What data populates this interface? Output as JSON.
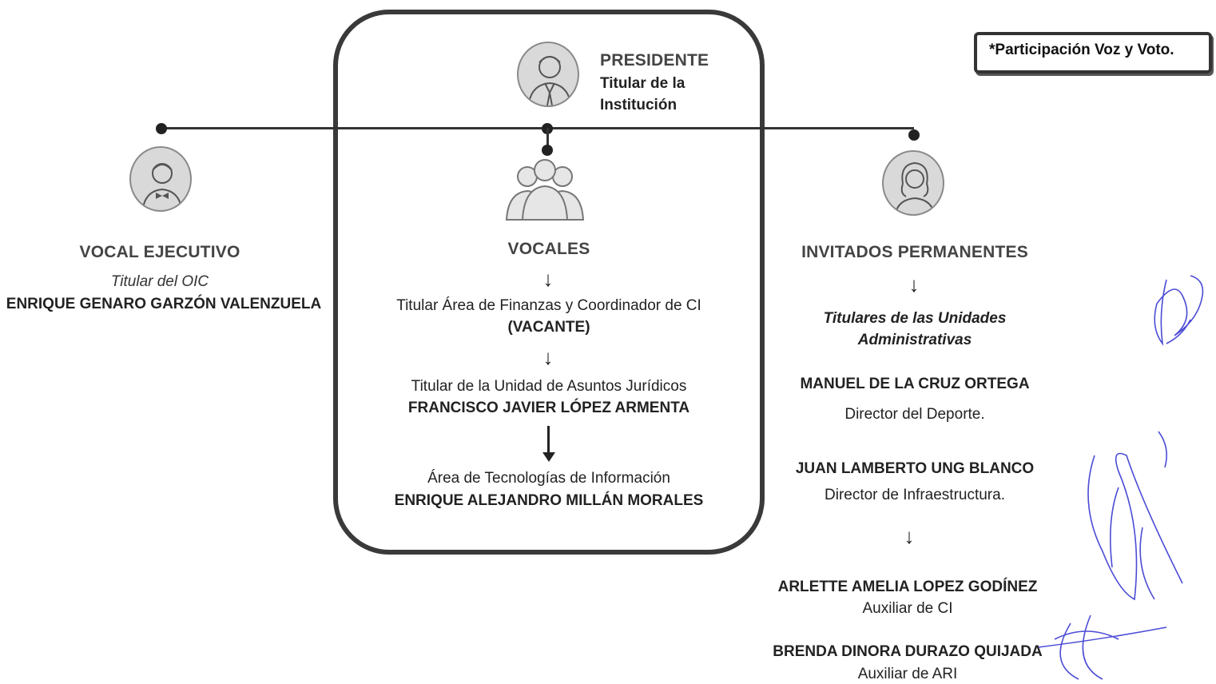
{
  "note": "*Participación  Voz y Voto.",
  "president": {
    "title": "PRESIDENTE",
    "subtitle_line1": "Titular de la",
    "subtitle_line2": "Institución"
  },
  "vocal_ejecutivo": {
    "title": "VOCAL EJECUTIVO",
    "role": "Titular del OIC",
    "name": "ENRIQUE GENARO GARZÓN VALENZUELA"
  },
  "vocales": {
    "title": "VOCALES",
    "items": [
      {
        "role": "Titular Área de Finanzas y Coordinador de CI",
        "name": "(VACANTE)"
      },
      {
        "role": "Titular de la Unidad de Asuntos Jurídicos",
        "name": "FRANCISCO JAVIER LÓPEZ ARMENTA"
      },
      {
        "role": "Área de Tecnologías de Información",
        "name": "ENRIQUE ALEJANDRO MILLÁN MORALES"
      }
    ]
  },
  "invitados": {
    "title": "INVITADOS PERMANENTES",
    "subtitle_line1": "Titulares de las Unidades",
    "subtitle_line2": "Administrativas",
    "members": [
      {
        "name": "MANUEL DE LA CRUZ ORTEGA",
        "role": "Director del Deporte."
      },
      {
        "name": "JUAN LAMBERTO UNG BLANCO",
        "role": "Director de Infraestructura."
      },
      {
        "name": "ARLETTE AMELIA LOPEZ GODÍNEZ",
        "role": "Auxiliar de CI"
      },
      {
        "name": "BRENDA DINORA DURAZO QUIJADA",
        "role": "Auxiliar de ARI"
      }
    ]
  },
  "icons": {
    "president": "man-in-suit-avatar-icon",
    "vocal_ejecutivo": "man-with-bowtie-avatar-icon",
    "vocales": "group-of-people-icon",
    "invitados": "woman-avatar-icon",
    "arrow": "arrow-down-icon"
  },
  "colors": {
    "frame": "#3a3a3a",
    "avatar_fill": "#d9d9d9",
    "signature_ink": "#4b4bd6"
  }
}
